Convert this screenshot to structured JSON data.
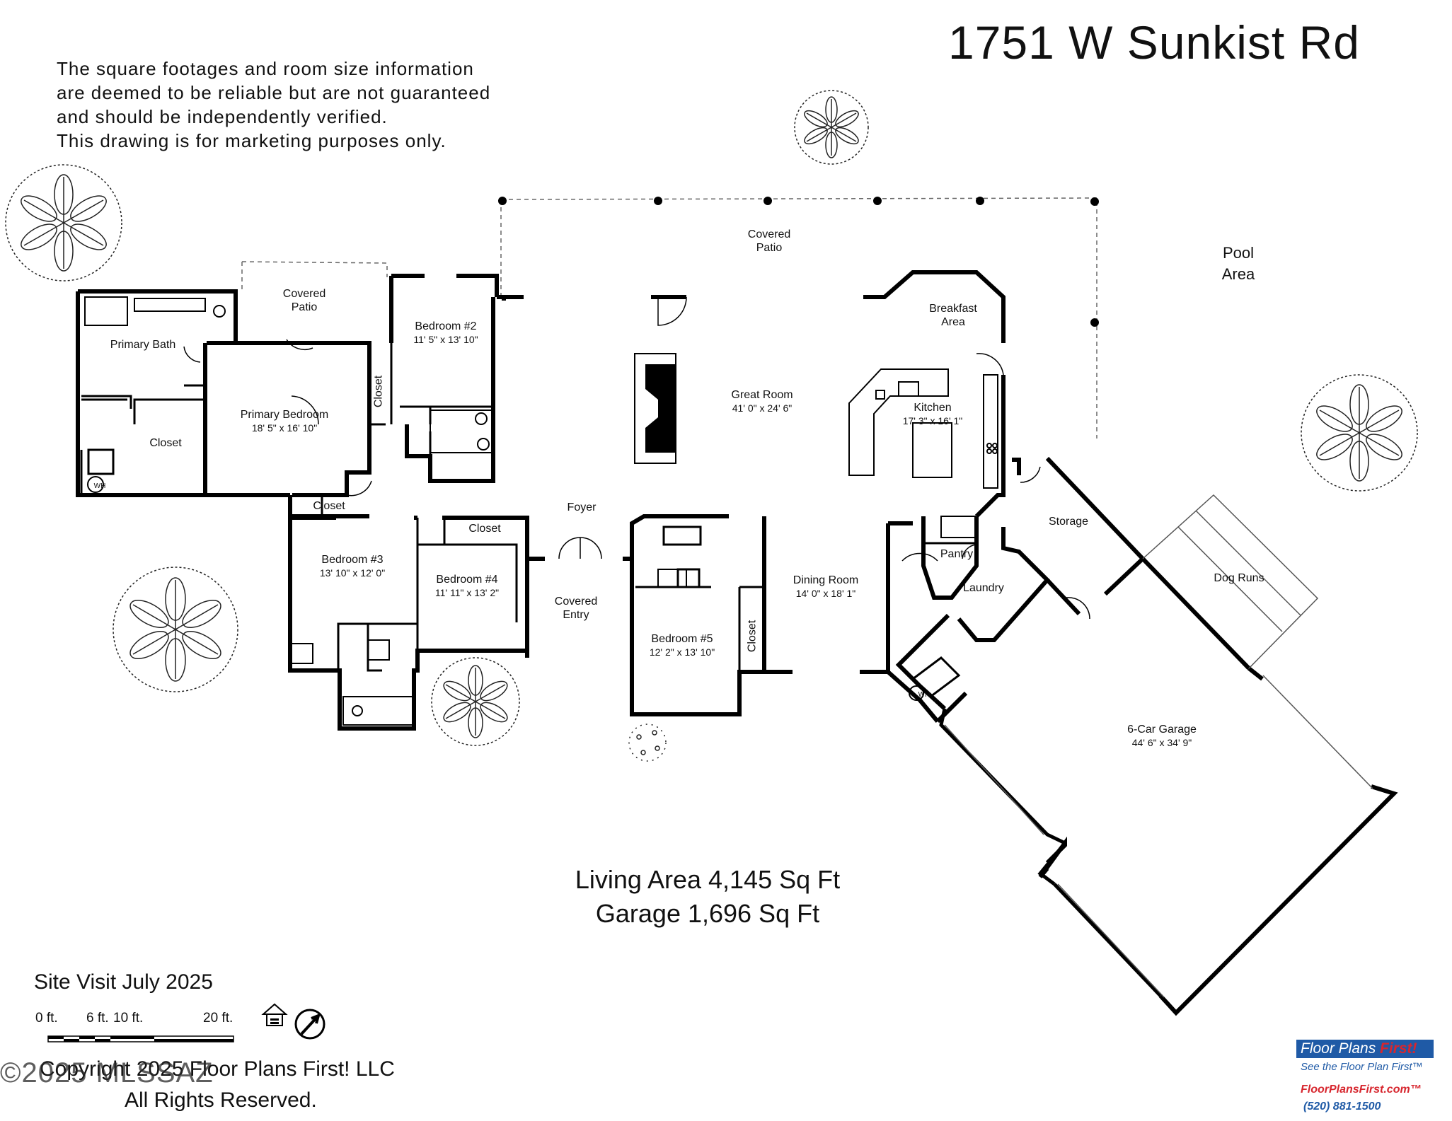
{
  "title": "1751 W Sunkist Rd",
  "disclaimer": [
    "The square footages and room size information",
    "are deemed to be reliable but are not guaranteed",
    "and should be independently verified.",
    "This drawing is for marketing purposes only."
  ],
  "rooms": {
    "covered_patio_main": {
      "name": "Covered",
      "name2": "Patio"
    },
    "covered_patio_primary": {
      "name": "Covered",
      "name2": "Patio"
    },
    "pool_area": {
      "name": "Pool",
      "name2": "Area"
    },
    "breakfast_area": {
      "name": "Breakfast",
      "name2": "Area"
    },
    "bedroom2": {
      "name": "Bedroom #2",
      "dim": "11' 5\" x 13' 10\""
    },
    "primary_bath": {
      "name": "Primary Bath"
    },
    "primary_bedroom": {
      "name": "Primary Bedroom",
      "dim": "18' 5\" x 16' 10\""
    },
    "primary_closet": {
      "name": "Closet"
    },
    "great_room": {
      "name": "Great Room",
      "dim": "41' 0\" x 24' 6\""
    },
    "kitchen": {
      "name": "Kitchen",
      "dim": "17' 3\" x 16' 1\""
    },
    "storage": {
      "name": "Storage"
    },
    "dog_runs": {
      "name": "Dog Runs"
    },
    "closet_b2": {
      "name": "Closet"
    },
    "closet_b3": {
      "name": "Closet"
    },
    "closet_b4": {
      "name": "Closet"
    },
    "closet_b5": {
      "name": "Closet"
    },
    "foyer": {
      "name": "Foyer"
    },
    "bedroom3": {
      "name": "Bedroom #3",
      "dim": "13' 10\" x 12' 0\""
    },
    "bedroom4": {
      "name": "Bedroom #4",
      "dim": "11' 11\" x 13' 2\""
    },
    "covered_entry": {
      "name": "Covered",
      "name2": "Entry"
    },
    "bedroom5": {
      "name": "Bedroom #5",
      "dim": "12' 2\" x 13' 10\""
    },
    "dining_room": {
      "name": "Dining Room",
      "dim": "14' 0\" x 18' 1\""
    },
    "pantry": {
      "name": "Pantry"
    },
    "laundry": {
      "name": "Laundry"
    },
    "garage": {
      "name": "6-Car Garage",
      "dim": "44' 6\" x 34' 9\""
    },
    "wh1": {
      "name": "WH"
    },
    "wh2": {
      "name": "WH"
    }
  },
  "totals": {
    "living": "Living Area 4,145 Sq Ft",
    "garage": "Garage 1,696 Sq Ft"
  },
  "site_visit": "Site Visit July 2025",
  "scale": {
    "l0": "0 ft.",
    "l6": "6 ft.",
    "l10": "10 ft.",
    "l20": "20 ft."
  },
  "copyright": {
    "line1": "Copyright 2025 Floor Plans First! LLC",
    "line2": "All Rights Reserved."
  },
  "watermark": "©2025 MLSSAZ",
  "logo": {
    "name_a": "Floor Plans ",
    "name_b": "First!",
    "tagline": "See the Floor Plan First™",
    "url": "FloorPlansFirst.com™",
    "phone": "(520) 881-1500"
  },
  "colors": {
    "wall": "#000000",
    "brand_blue": "#1f5aa6",
    "brand_red": "#d7262e"
  }
}
